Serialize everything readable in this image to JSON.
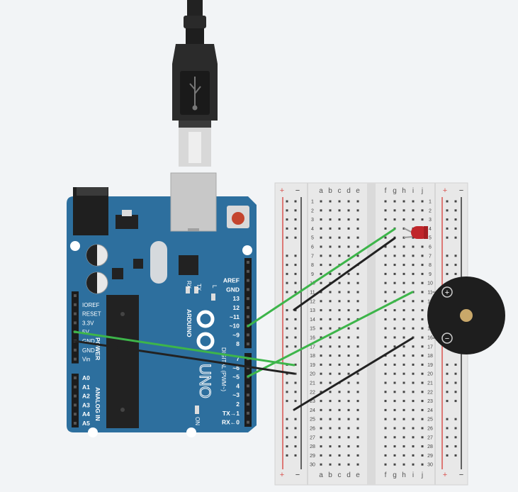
{
  "board": {
    "brand": "ARDUINO",
    "model": "UNO",
    "digital_label": "DIGITAL (PWM~)",
    "power_label": "POWER",
    "analog_label": "ANALOG IN",
    "on_label": "ON",
    "tx_label": "TX",
    "rx_label": "RX",
    "l_label": "L",
    "power_pins": [
      "IOREF",
      "RESET",
      "3.3V",
      "5V",
      "GND",
      "GND",
      "Vin"
    ],
    "analog_pins": [
      "A0",
      "A1",
      "A2",
      "A3",
      "A4",
      "A5"
    ],
    "digital_pins": [
      "AREF",
      "GND",
      "13",
      "12",
      "~11",
      "~10",
      "~9",
      "8",
      "7",
      "~6",
      "~5",
      "4",
      "~3",
      "2",
      "TX→1",
      "RX←0"
    ]
  },
  "breadboard": {
    "left_columns": [
      "a",
      "b",
      "c",
      "d",
      "e"
    ],
    "right_columns": [
      "f",
      "g",
      "h",
      "i",
      "j"
    ],
    "rails": [
      "+",
      "−"
    ],
    "row_count": 30
  },
  "components": {
    "led_color": "#c0262b",
    "buzzer_pins": [
      "+",
      "−"
    ]
  },
  "colors": {
    "board": "#2d6f9e",
    "wire_green": "#3db54a",
    "wire_black": "#222222",
    "rail_red": "#d9534f",
    "rail_blue": "#333333"
  }
}
